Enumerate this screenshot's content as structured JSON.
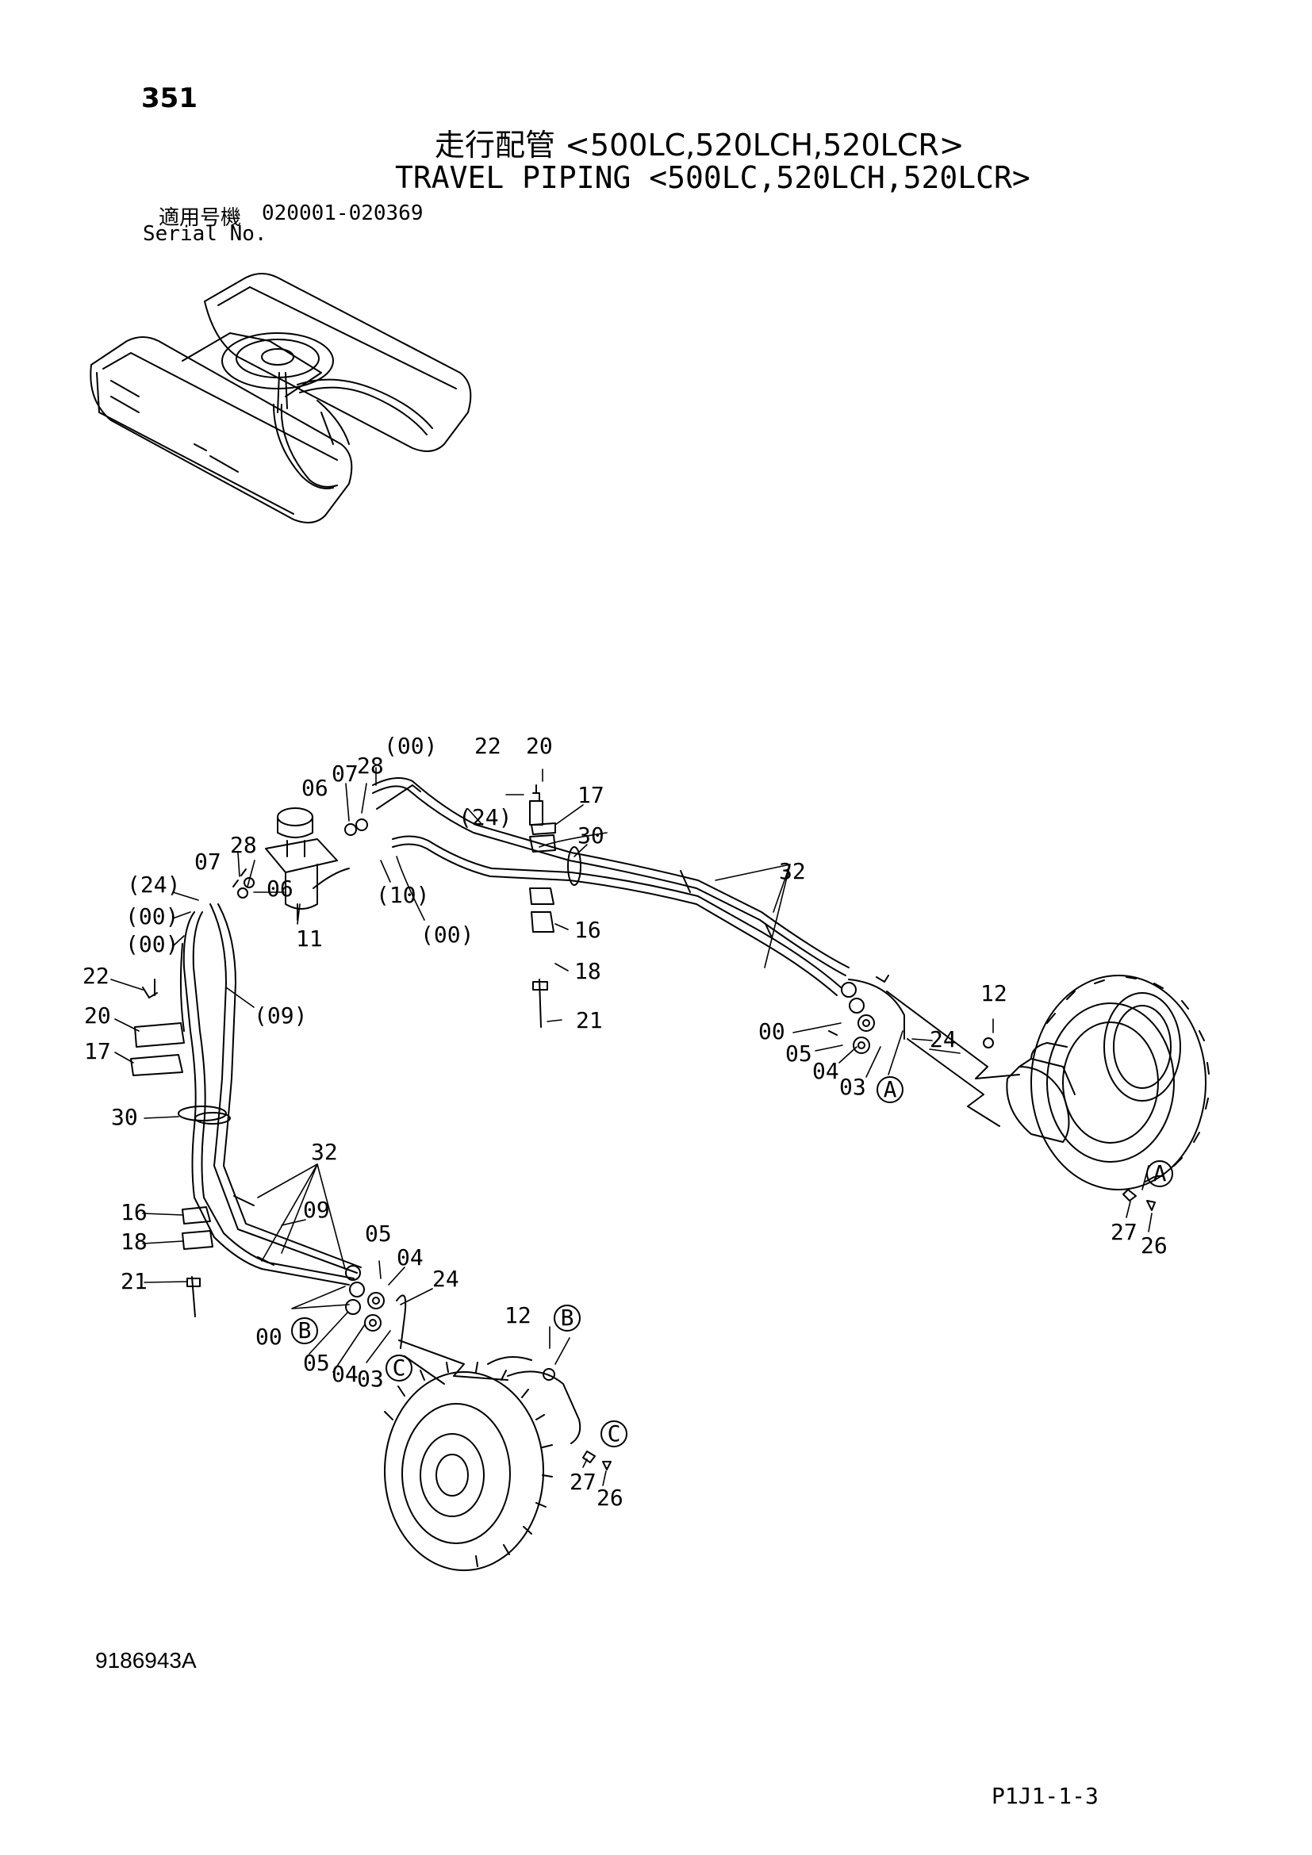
{
  "header": {
    "page_number": "351",
    "title_jp": "走行配管 <500LC,520LCH,520LCR>",
    "title_en": "TRAVEL PIPING <500LC,520LCH,520LCR>",
    "serial_label_jp": "適用号機",
    "serial_range": "020001-020369",
    "serial_label_en": "Serial No."
  },
  "callouts": {
    "c00a": "(00)",
    "c22a": "22",
    "c20a": "20",
    "c17a": "17",
    "c28a": "28",
    "c07a": "07",
    "c06a": "06",
    "c24a": "(24)",
    "c30a": "30",
    "c32a": "32",
    "c07b": "07",
    "c28b": "28",
    "c24b": "(24)",
    "c00b": "(00)",
    "c00c": "(00)",
    "c06b": "06",
    "c10a": "(10)",
    "c00d": "(00)",
    "c11a": "11",
    "c16a": "16",
    "c18a": "18",
    "c21a": "21",
    "c22b": "22",
    "c09a": "(09)",
    "c20b": "20",
    "c17b": "17",
    "c12a": "12",
    "c00e": "00",
    "c05a": "05",
    "c24c": "24",
    "c04a": "04",
    "c03a": "03",
    "c30b": "30",
    "c32b": "32",
    "c16b": "16",
    "c09b": "09",
    "c18b": "18",
    "c05b": "05",
    "c04b": "04",
    "c24d": "24",
    "c21b": "21",
    "c12b": "12",
    "c00f": "00",
    "c05c": "05",
    "c04c": "04",
    "c03b": "03",
    "c27a": "27",
    "c26a": "26",
    "c27b": "27",
    "c26b": "26"
  },
  "markers": {
    "a1": "A",
    "a2": "A",
    "b1": "B",
    "b2": "B",
    "c1": "C",
    "c2": "C"
  },
  "footer": {
    "drawing_number": "9186943A",
    "sheet_code": "P1J1-1-3"
  }
}
